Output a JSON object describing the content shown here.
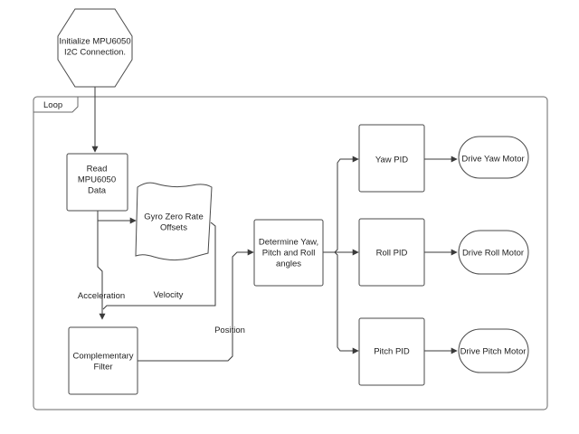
{
  "frame": {
    "label": "Loop"
  },
  "nodes": {
    "init": [
      "Initialize MPU6050",
      "I2C Connection."
    ],
    "read": [
      "Read",
      "MPU6050",
      "Data"
    ],
    "gyro": [
      "Gyro Zero Rate",
      "Offsets"
    ],
    "filter": [
      "Complementary",
      "Filter"
    ],
    "determine": [
      "Determine Yaw,",
      "Pitch and Roll",
      "angles"
    ],
    "yaw_pid": [
      "Yaw PID"
    ],
    "roll_pid": [
      "Roll PID"
    ],
    "pitch_pid": [
      "Pitch PID"
    ],
    "drive_yaw": [
      "Drive Yaw Motor"
    ],
    "drive_roll": [
      "Drive Roll Motor"
    ],
    "drive_pitch": [
      "Drive Pitch Motor"
    ]
  },
  "edge_labels": {
    "acceleration": "Acceleration",
    "velocity": "Velocity",
    "position": "Position"
  }
}
